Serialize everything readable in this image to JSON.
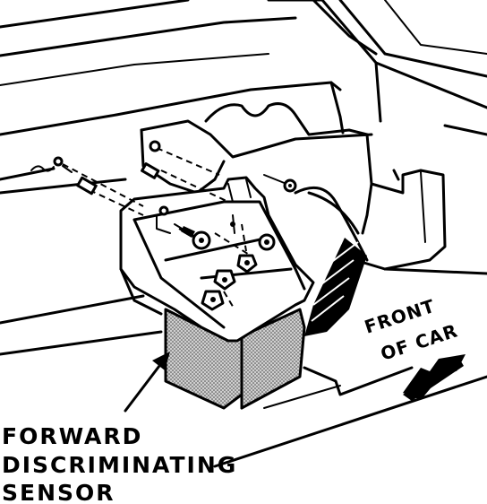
{
  "callout": {
    "line1": "FORWARD",
    "line2": "DISCRIMINATING",
    "line3": "SENSOR"
  },
  "direction": {
    "line1": "FRONT",
    "line2": "OF CAR"
  },
  "colors": {
    "ink": "#000000",
    "paper": "#ffffff",
    "sensor_fill": "#b8b8b8"
  }
}
